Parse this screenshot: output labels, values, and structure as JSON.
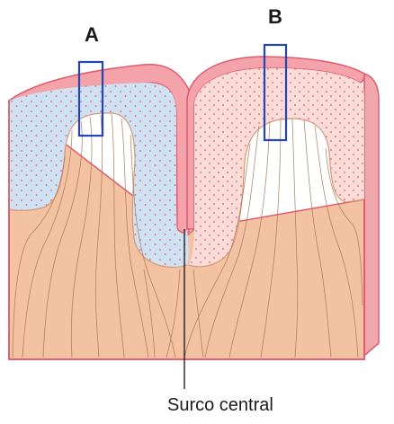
{
  "labels": {
    "region_a": "A",
    "region_b": "B",
    "sulcus": "Surco central"
  },
  "colors": {
    "white_matter": "#f3c2a2",
    "fiber_lines": "#a8764f",
    "cortex_left": "#cfe2f3",
    "cortex_right": "#fbdcd8",
    "pia_mater": "#f3a3a9",
    "outline": "#e05b6e",
    "stipple_dots": "#e05b6e",
    "sample_box": "#2346b5",
    "pointer_line": "#222222"
  }
}
